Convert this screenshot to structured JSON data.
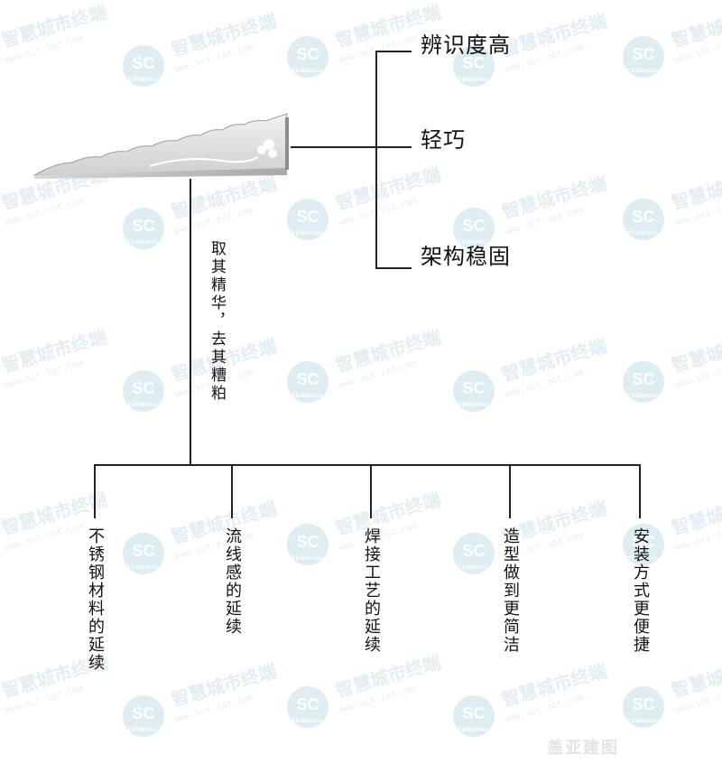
{
  "top_features": [
    "辨识度高",
    "轻巧",
    "架构稳固"
  ],
  "motto": "取其精华，去其糟粕",
  "bottom_features": [
    "不锈钢材料的延续",
    "流线感的延续",
    "焊接工艺的延续",
    "造型做到更简洁",
    "安装方式更便捷"
  ],
  "watermark": {
    "name_cn": "智慧城市终端",
    "url": "www.sct-iot.com",
    "badge_text": "SC",
    "badge_sub": "TERMINAL",
    "color": "#7fb7cc"
  },
  "corner_stamp": "盖亚建图"
}
